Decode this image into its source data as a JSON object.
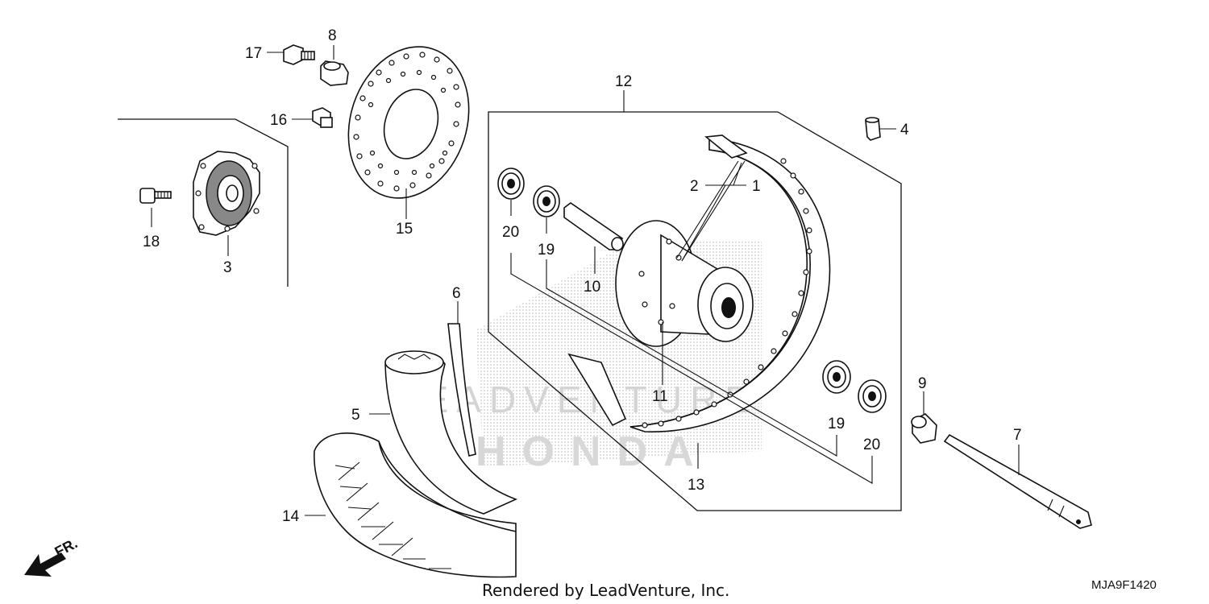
{
  "callouts": {
    "c1": "1",
    "c2": "2",
    "c3": "3",
    "c4": "4",
    "c5": "5",
    "c6": "6",
    "c7": "7",
    "c8": "8",
    "c9": "9",
    "c10": "10",
    "c11": "11",
    "c12": "12",
    "c13": "13",
    "c14": "14",
    "c15": "15",
    "c16": "16",
    "c17": "17",
    "c18": "18",
    "c19a": "19",
    "c19b": "19",
    "c20a": "20",
    "c20b": "20"
  },
  "direction_label": "FR.",
  "credit": "Rendered by LeadVenture, Inc.",
  "diagram_code": "MJA9F1420",
  "watermark": {
    "line1": "LEADVENTURE",
    "line2": "HONDA"
  },
  "colors": {
    "ink": "#111111",
    "watermark": "#cfcfcf",
    "background": "#ffffff"
  }
}
